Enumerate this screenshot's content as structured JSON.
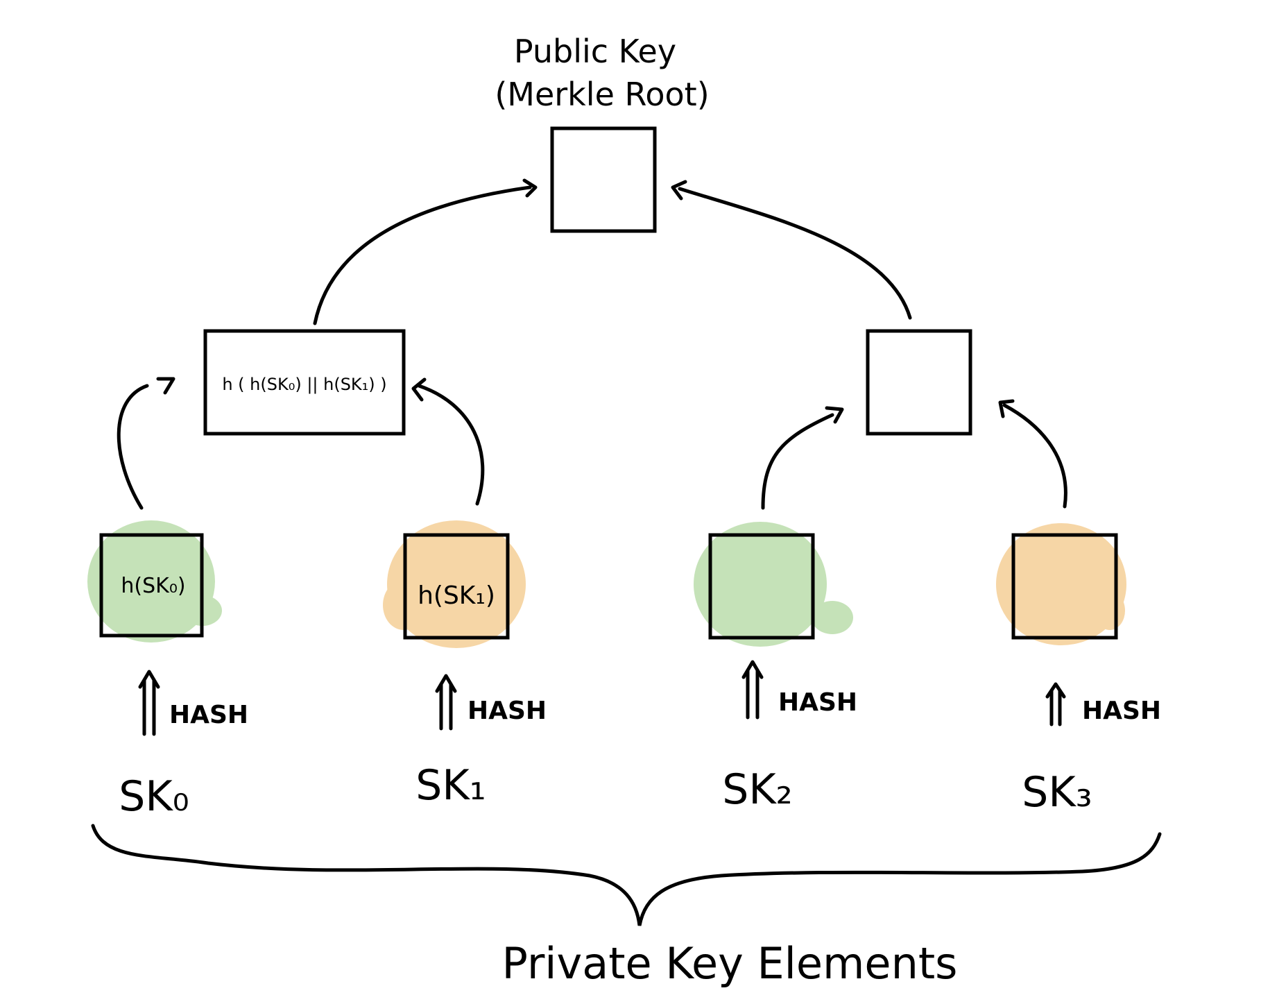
{
  "root": {
    "title_line1": "Public Key",
    "title_line2": "(Merkle Root)"
  },
  "intermediate_left": {
    "label": "h ( h(SK₀) || h(SK₁) )"
  },
  "leaves": [
    {
      "label": "h(SK₀)",
      "color": "#c5e2b8",
      "hash_label": "HASH",
      "key": "SK₀"
    },
    {
      "label": "h(SK₁)",
      "color": "#f6d6a6",
      "hash_label": "HASH",
      "key": "SK₁"
    },
    {
      "label": "",
      "color": "#c5e2b8",
      "hash_label": "HASH",
      "key": "SK₂"
    },
    {
      "label": "",
      "color": "#f6d6a6",
      "hash_label": "HASH",
      "key": "SK₃"
    }
  ],
  "brace_label": "Private Key Elements"
}
